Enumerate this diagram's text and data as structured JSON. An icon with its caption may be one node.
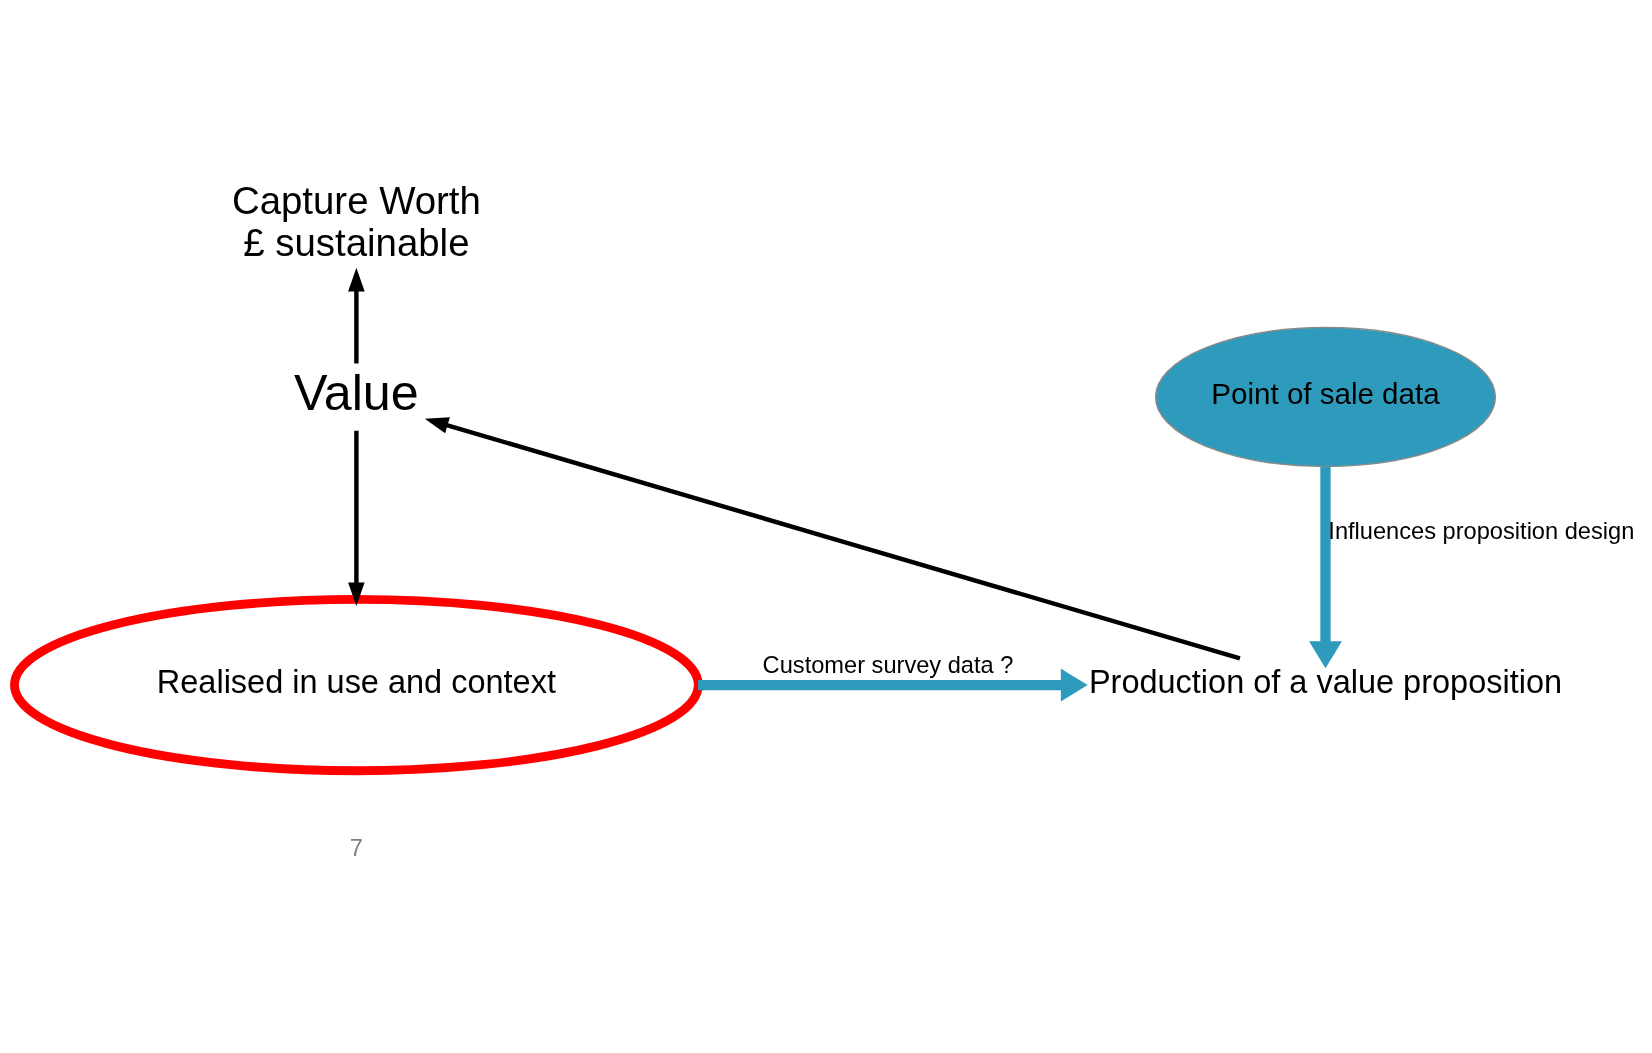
{
  "diagram": {
    "nodes": [
      {
        "text": [
          "Capture Worth",
          "£ sustainable"
        ]
      },
      {
        "text": [
          "Point of sale data"
        ]
      },
      {
        "text": [
          "Value"
        ]
      },
      {
        "text": [
          "Production of a value proposition"
        ]
      },
      {
        "text": [
          "Realised in use and context"
        ]
      }
    ],
    "edges": [
      {
        "from": 3,
        "to": 2,
        "arrow": "to"
      },
      {
        "from": 2,
        "to": 4,
        "arrow": "to"
      },
      {
        "from": 2,
        "to": 0,
        "arrow": "to"
      },
      {
        "from": 1,
        "to": 3,
        "arrow": "to",
        "label": "Influences proposition design",
        "style": "thick",
        "color": "#2e9bbd"
      },
      {
        "from": 4,
        "to": 3,
        "arrow": "to",
        "label": "Customer survey data ?",
        "style": "thick",
        "color": "#2e9bbd"
      }
    ],
    "labels": [
      "7"
    ]
  }
}
